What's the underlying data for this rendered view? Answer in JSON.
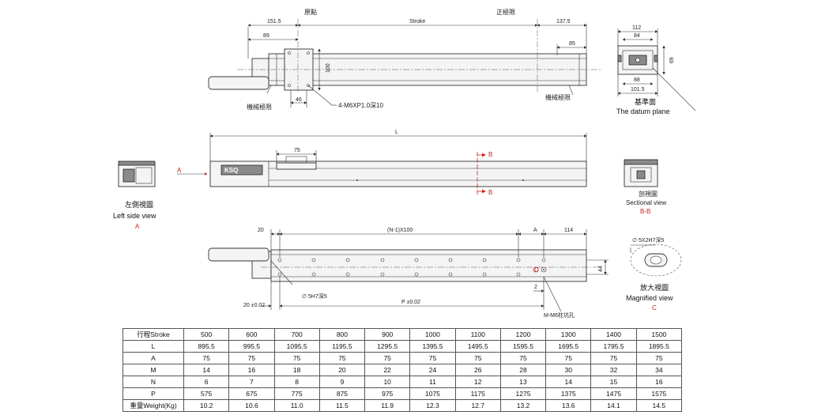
{
  "top_view": {
    "dims": {
      "d151_5": "151.5",
      "d89": "89",
      "stroke": "Stroke",
      "d137_5": "137.5",
      "d85": "85",
      "d100": "100",
      "d46": "46"
    },
    "labels": {
      "origin": "原點",
      "positive_limit": "正極限",
      "mech_limit_left": "機械極限",
      "mech_limit_right": "機械極限",
      "tap_holes": "4-M6XP1.0深10"
    }
  },
  "end_view": {
    "dims": {
      "d112": "112",
      "d84": "84",
      "d69": "69",
      "d88": "88",
      "d101_5": "101.5"
    },
    "label_cn": "基準面",
    "label_en": "The datum plane"
  },
  "side_view": {
    "dims": {
      "L": "L",
      "d75": "75"
    },
    "section_marker": "B",
    "arrow_label": "A",
    "brand_text": "KSQ"
  },
  "left_side_view": {
    "label_cn": "左側視圖",
    "label_en": "Left side view",
    "tag": "A"
  },
  "sectional_view": {
    "label_cn": "剖視圖",
    "label_en": "Sectional view",
    "tag": "B-B"
  },
  "bottom_view": {
    "dims": {
      "d20": "20",
      "pitch": "(N-1)X100",
      "A": "A",
      "d114": "114",
      "d44": "44",
      "d20_tol": "20 ±0.02",
      "P_tol": "P ±0.02",
      "d2": "2",
      "dowel": "∅ 5H7深5",
      "counterbore": "M-M6柱坑孔",
      "callout": "C"
    }
  },
  "magnified_view": {
    "dim": "∅ 5X2H7深5",
    "label_cn": "放大視圖",
    "label_en": "Magnified view",
    "tag": "C"
  },
  "spec_table": {
    "columns": [
      "行程Stroke",
      "500",
      "600",
      "700",
      "800",
      "900",
      "1000",
      "1100",
      "1200",
      "1300",
      "1400",
      "1500"
    ],
    "rows": [
      [
        "L",
        "895.5",
        "995.5",
        "1095.5",
        "1195.5",
        "1295.5",
        "1395.5",
        "1495.5",
        "1595.5",
        "1695.5",
        "1795.5",
        "1895.5"
      ],
      [
        "A",
        "75",
        "75",
        "75",
        "75",
        "75",
        "75",
        "75",
        "75",
        "75",
        "75",
        "75"
      ],
      [
        "M",
        "14",
        "16",
        "18",
        "20",
        "22",
        "24",
        "26",
        "28",
        "30",
        "32",
        "34"
      ],
      [
        "N",
        "6",
        "7",
        "8",
        "9",
        "10",
        "11",
        "12",
        "13",
        "14",
        "15",
        "16"
      ],
      [
        "P",
        "575",
        "675",
        "775",
        "875",
        "975",
        "1075",
        "1175",
        "1275",
        "1375",
        "1475",
        "1575"
      ],
      [
        "重量Weight(Kg)",
        "10.2",
        "10.6",
        "11.0",
        "11.5",
        "11.9",
        "12.3",
        "12.7",
        "13.2",
        "13.6",
        "14.1",
        "14.5"
      ]
    ]
  }
}
